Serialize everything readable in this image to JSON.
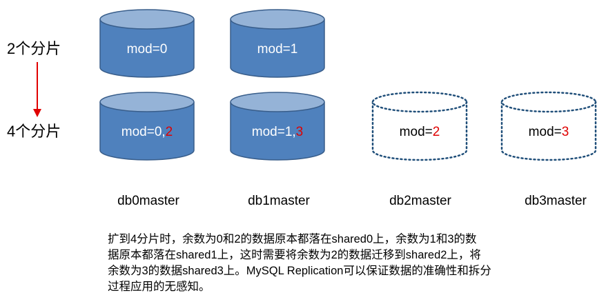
{
  "rows": {
    "top_label": "2个分片",
    "bottom_label": "4个分片"
  },
  "arrow": {
    "color": "#e00000"
  },
  "shards_2": [
    {
      "prefix": "mod=",
      "base": "0",
      "extra": ""
    },
    {
      "prefix": "mod=",
      "base": "1",
      "extra": ""
    }
  ],
  "shards_4": [
    {
      "prefix": "mod=",
      "base": "0,",
      "extra": "2",
      "style": "solid"
    },
    {
      "prefix": "mod=",
      "base": "1,",
      "extra": "3",
      "style": "solid"
    },
    {
      "prefix": "mod=",
      "base": "",
      "extra": "2",
      "style": "dotted"
    },
    {
      "prefix": "mod=",
      "base": "",
      "extra": "3",
      "style": "dotted"
    }
  ],
  "db_labels": [
    "db0master",
    "db1master",
    "db2master",
    "db3master"
  ],
  "note": {
    "lines": [
      "扩到4分片时，余数为0和2的数据原本都落在shared0上，余数为1和3的数",
      "据原本都落在shared1上，这时需要将余数为2的数据迁移到shared2上，将",
      "余数为3的数据shared3上。MySQL  Replication可以保证数据的准确性和拆分",
      "过程应用的无感知。"
    ]
  },
  "colors": {
    "cylinder_fill": "#4f81bd",
    "cylinder_top": "#95b3d7",
    "cylinder_stroke": "#385d8a",
    "dotted_stroke": "#1f4e79",
    "highlight": "#e00000",
    "text_on_blue": "#ffffff",
    "text_on_white": "#000000"
  }
}
